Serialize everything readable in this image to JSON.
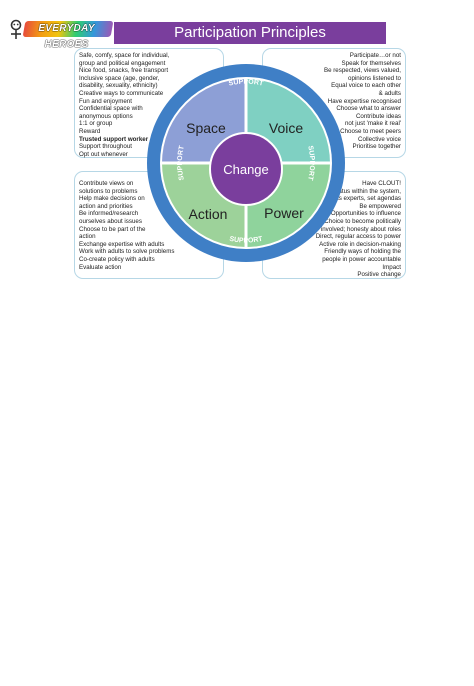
{
  "header": {
    "logo_text": "EVERYDAY HEROES",
    "title": "Participation Principles"
  },
  "wheel": {
    "ring_label_top": "SUPPORT",
    "ring_label_right": "SUPPORT",
    "ring_label_bottom": "SUPPORT",
    "ring_label_left": "SUPPORT",
    "center_label": "Change",
    "quadrants": {
      "top_left": "Space",
      "top_right": "Voice",
      "bottom_left": "Action",
      "bottom_right": "Power"
    },
    "colors": {
      "ring": "#3f7fc6",
      "top_left": "#8d9fd6",
      "top_right": "#7fd0c2",
      "bottom_left": "#9dd29a",
      "bottom_right": "#8fd39c",
      "center": "#7a3e9d"
    }
  },
  "boxes": {
    "space": [
      "Safe, comfy, space for individual,",
      "group and political engagement",
      "Nice food, snacks, free transport",
      "Inclusive space (age, gender,",
      "disability, sexuality, ethnicity)",
      "Creative ways to communicate",
      "Fun and enjoyment",
      "Confidential space with",
      "anonymous options",
      "1:1 or group",
      "Reward",
      "Trusted support worker",
      "Support throughout",
      "Opt out whenever"
    ],
    "voice": [
      "Participate…or not",
      "Speak for themselves",
      "Be respected, views valued,",
      "opinions listened to",
      "Equal voice to each other",
      "& adults",
      "Have expertise recognised",
      "Choose what to answer",
      "Contribute ideas",
      "not just 'make it real'",
      "Choose to meet peers",
      "Collective voice",
      "Prioritise together"
    ],
    "action": [
      "Contribute views on",
      "solutions to problems",
      "Help make decisions on",
      "action and priorities",
      "Be informed/research",
      "ourselves about issues",
      "Choose to be part of the",
      "action",
      "Exchange expertise with adults",
      "Work with adults to solve problems",
      "Co-create policy with adults",
      "Evaluate action"
    ],
    "power": [
      "Have CLOUT!",
      "Status within the system,",
      "as experts, set agendas",
      "Be empowered",
      "Opportunities to influence",
      "Choice to become politically",
      "involved; honesty about roles",
      "Direct, regular access to power",
      "Active role in decision-making",
      "Friendly ways of holding the",
      "people in power accountable",
      "Impact",
      "Positive change"
    ]
  }
}
